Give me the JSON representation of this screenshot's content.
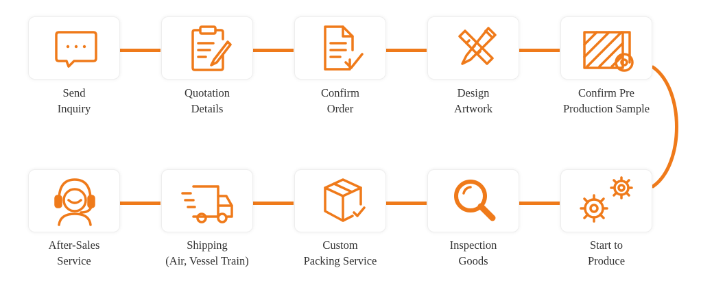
{
  "accent_color": "#ef7a1a",
  "text_color": "#333333",
  "steps": [
    {
      "icon": "chat-bubble-icon",
      "line1": "Send",
      "line2": "Inquiry"
    },
    {
      "icon": "clipboard-edit-icon",
      "line1": "Quotation",
      "line2": "Details"
    },
    {
      "icon": "document-check-icon",
      "line1": "Confirm",
      "line2": "Order"
    },
    {
      "icon": "ruler-pencil-icon",
      "line1": "Design",
      "line2": "Artwork"
    },
    {
      "icon": "fabric-roll-icon",
      "line1": "Confirm Pre",
      "line2": "Production Sample"
    },
    {
      "icon": "gears-icon",
      "line1": "Start to",
      "line2": "Produce"
    },
    {
      "icon": "magnifier-icon",
      "line1": "Inspection",
      "line2": "Goods"
    },
    {
      "icon": "package-check-icon",
      "line1": "Custom",
      "line2": "Packing Service"
    },
    {
      "icon": "delivery-truck-icon",
      "line1": "Shipping",
      "line2": "(Air, Vessel Train)"
    },
    {
      "icon": "headset-agent-icon",
      "line1": "After-Sales",
      "line2": "Service"
    }
  ]
}
